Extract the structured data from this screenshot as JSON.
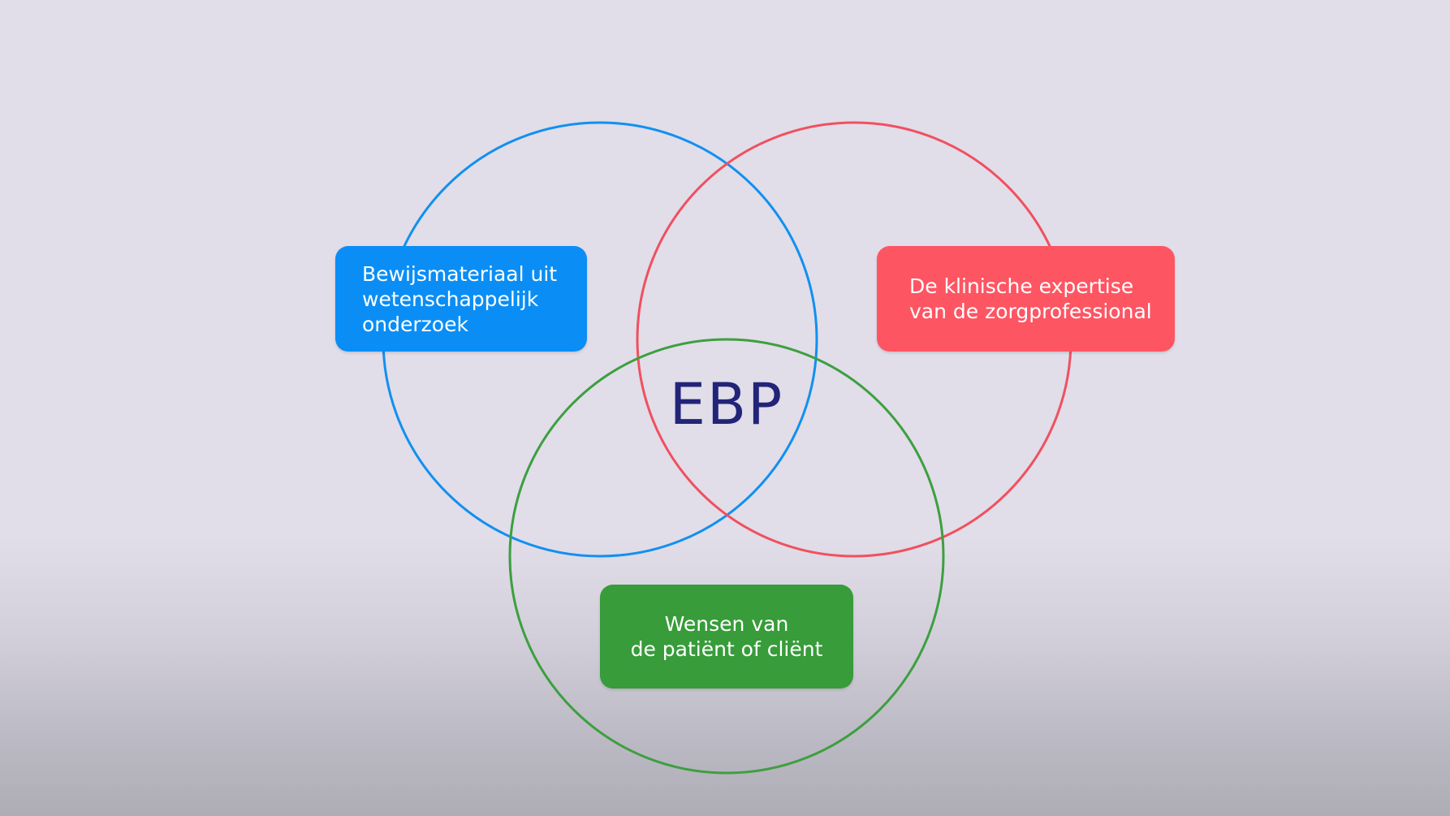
{
  "colors": {
    "evidence": "#1190f0",
    "expertise": "#f0505f",
    "patient": "#3d9f3f",
    "evidence_box": "#0a8ef5",
    "expertise_box": "#fe5563",
    "patient_box": "#379c39",
    "center_text": "#222478"
  },
  "center": {
    "label": "EBP"
  },
  "labels": {
    "evidence": [
      "Bewijsmateriaal uit",
      "wetenschappelijk",
      "onderzoek"
    ],
    "expertise": [
      "De klinische expertise",
      "van de zorgprofessional"
    ],
    "patient": [
      "Wensen van",
      "de patiënt of cliënt"
    ]
  }
}
